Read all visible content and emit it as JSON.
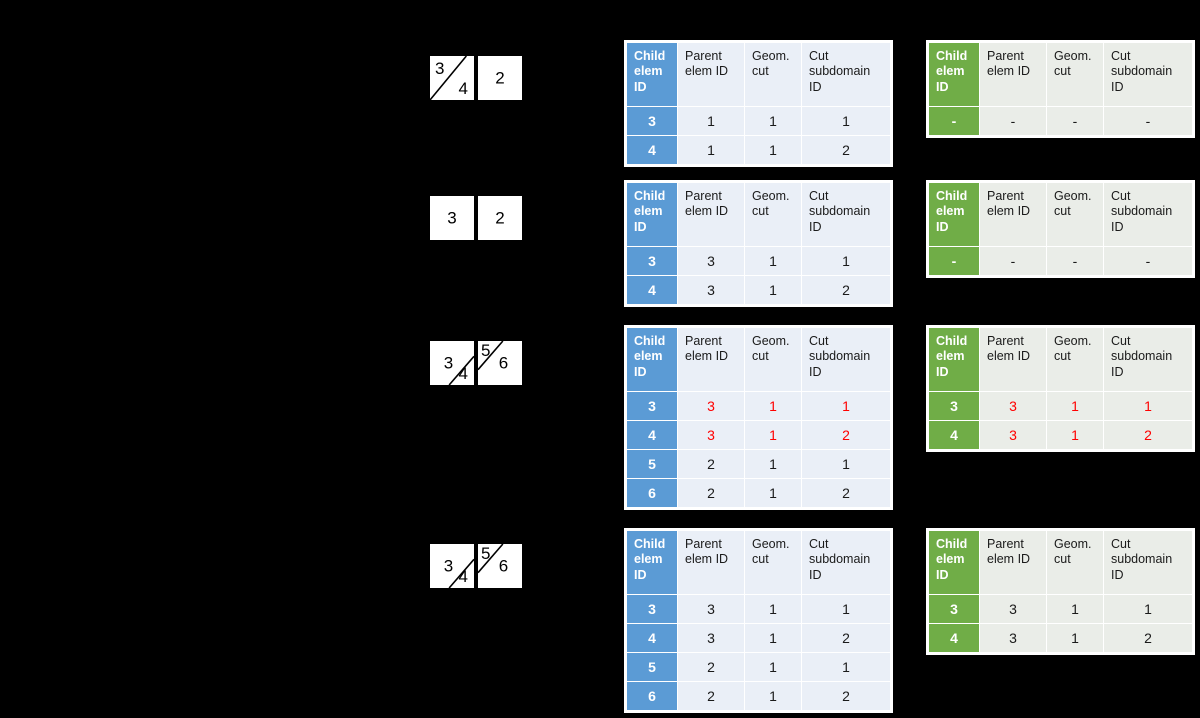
{
  "figure": {
    "background_color": "#000000",
    "accent_blue": "#5b9bd5",
    "accent_green": "#70ad47",
    "highlight_red": "#ff0000"
  },
  "columns": {
    "child_elem_id": "Child elem ID",
    "parent_elem_id": "Parent elem ID",
    "geom_cut": "Geom. cut",
    "cut_subdomain_id": "Cut subdomain ID"
  },
  "rows": [
    {
      "name": "case-1",
      "diagram": {
        "cells": [
          {
            "name": "cut-element-left",
            "cut": true,
            "cut_style": "corner-full",
            "labels": [
              {
                "text": "3",
                "pos": "tl"
              },
              {
                "text": "4",
                "pos": "br"
              }
            ]
          },
          {
            "name": "plain-element-right",
            "cut": false,
            "labels": [
              {
                "text": "2",
                "pos": "center"
              }
            ]
          }
        ]
      },
      "blue_table": {
        "name": "blue-table-case-1",
        "rows": [
          {
            "child": "3",
            "parent": "1",
            "geom": "1",
            "sub": "1",
            "red": false
          },
          {
            "child": "4",
            "parent": "1",
            "geom": "1",
            "sub": "2",
            "red": false
          }
        ]
      },
      "green_table": {
        "name": "green-table-case-1",
        "rows": [
          {
            "child": "-",
            "parent": "-",
            "geom": "-",
            "sub": "-",
            "red": false
          }
        ]
      }
    },
    {
      "name": "case-2",
      "diagram": {
        "cells": [
          {
            "name": "plain-element-left",
            "cut": false,
            "labels": [
              {
                "text": "3",
                "pos": "center"
              }
            ]
          },
          {
            "name": "plain-element-right",
            "cut": false,
            "labels": [
              {
                "text": "2",
                "pos": "center"
              }
            ]
          }
        ]
      },
      "blue_table": {
        "name": "blue-table-case-2",
        "rows": [
          {
            "child": "3",
            "parent": "3",
            "geom": "1",
            "sub": "1",
            "red": false
          },
          {
            "child": "4",
            "parent": "3",
            "geom": "1",
            "sub": "2",
            "red": false
          }
        ]
      },
      "green_table": {
        "name": "green-table-case-2",
        "rows": [
          {
            "child": "-",
            "parent": "-",
            "geom": "-",
            "sub": "-",
            "red": false
          }
        ]
      }
    },
    {
      "name": "case-3",
      "diagram": {
        "cells": [
          {
            "name": "cut-element-left",
            "cut": true,
            "cut_style": "corner-br",
            "labels": [
              {
                "text": "3",
                "pos": "c-left"
              },
              {
                "text": "4",
                "pos": "br"
              }
            ]
          },
          {
            "name": "cut-element-right",
            "cut": true,
            "cut_style": "corner-tl",
            "labels": [
              {
                "text": "5",
                "pos": "tl-edge"
              },
              {
                "text": "6",
                "pos": "c-right"
              }
            ]
          }
        ]
      },
      "blue_table": {
        "name": "blue-table-case-3",
        "rows": [
          {
            "child": "3",
            "parent": "3",
            "geom": "1",
            "sub": "1",
            "red": true
          },
          {
            "child": "4",
            "parent": "3",
            "geom": "1",
            "sub": "2",
            "red": true
          },
          {
            "child": "5",
            "parent": "2",
            "geom": "1",
            "sub": "1",
            "red": false
          },
          {
            "child": "6",
            "parent": "2",
            "geom": "1",
            "sub": "2",
            "red": false
          }
        ]
      },
      "green_table": {
        "name": "green-table-case-3",
        "rows": [
          {
            "child": "3",
            "parent": "3",
            "geom": "1",
            "sub": "1",
            "red": true
          },
          {
            "child": "4",
            "parent": "3",
            "geom": "1",
            "sub": "2",
            "red": true
          }
        ]
      }
    },
    {
      "name": "case-4",
      "diagram": {
        "cells": [
          {
            "name": "cut-element-left",
            "cut": true,
            "cut_style": "corner-br",
            "labels": [
              {
                "text": "3",
                "pos": "c-left"
              },
              {
                "text": "4",
                "pos": "br"
              }
            ]
          },
          {
            "name": "cut-element-right",
            "cut": true,
            "cut_style": "corner-tl",
            "labels": [
              {
                "text": "5",
                "pos": "tl-edge"
              },
              {
                "text": "6",
                "pos": "c-right"
              }
            ]
          }
        ]
      },
      "blue_table": {
        "name": "blue-table-case-4",
        "rows": [
          {
            "child": "3",
            "parent": "3",
            "geom": "1",
            "sub": "1",
            "red": false
          },
          {
            "child": "4",
            "parent": "3",
            "geom": "1",
            "sub": "2",
            "red": false
          },
          {
            "child": "5",
            "parent": "2",
            "geom": "1",
            "sub": "1",
            "red": false
          },
          {
            "child": "6",
            "parent": "2",
            "geom": "1",
            "sub": "2",
            "red": false
          }
        ]
      },
      "green_table": {
        "name": "green-table-case-4",
        "rows": [
          {
            "child": "3",
            "parent": "3",
            "geom": "1",
            "sub": "1",
            "red": false
          },
          {
            "child": "4",
            "parent": "3",
            "geom": "1",
            "sub": "2",
            "red": false
          }
        ]
      }
    }
  ]
}
